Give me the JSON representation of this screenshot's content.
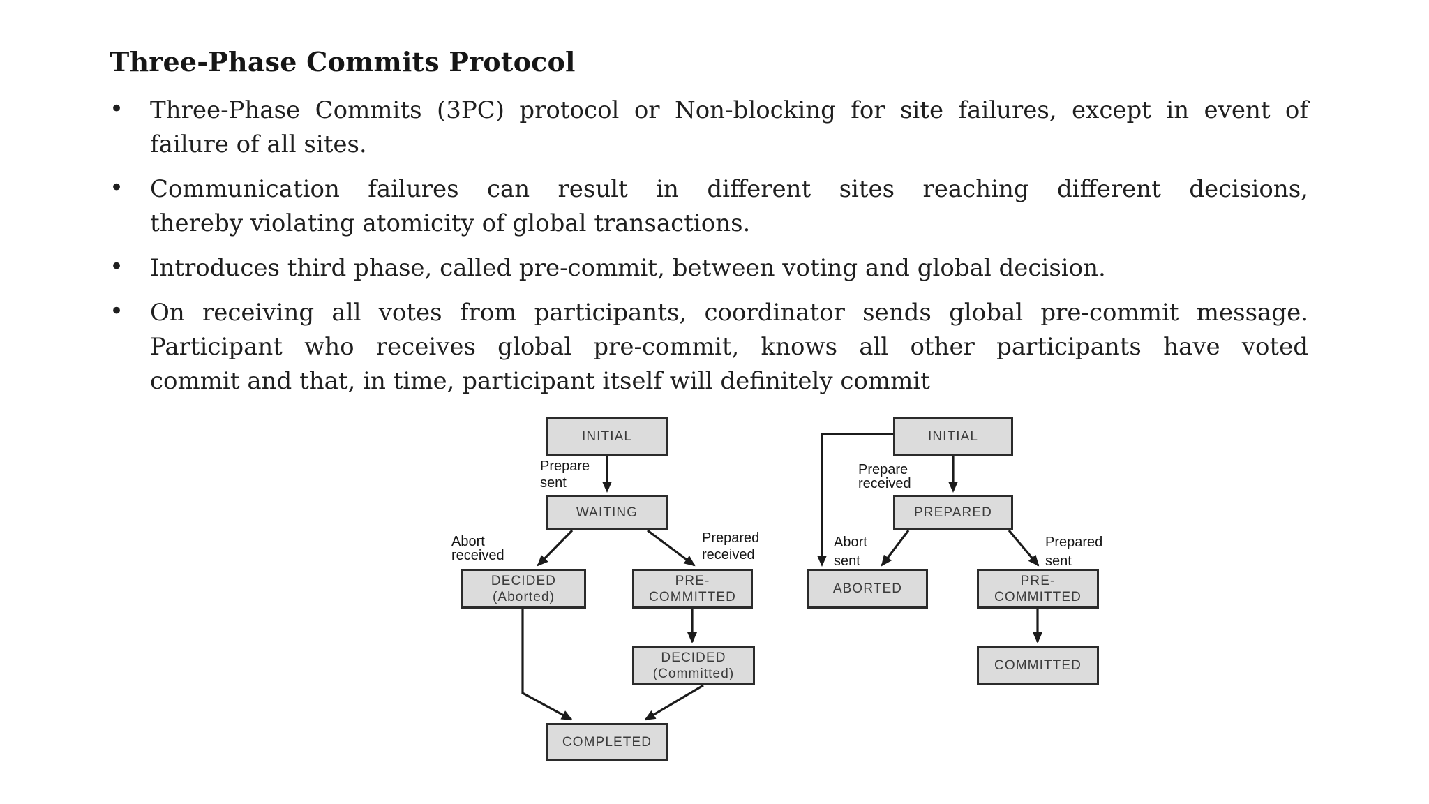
{
  "slide": {
    "title": "Three-Phase Commits Protocol",
    "bullet_char": "•",
    "bullets": [
      {
        "lines": [
          "Three-Phase Commits (3PC) protocol or Non-blocking for site failures, except in event of",
          "failure of all sites."
        ]
      },
      {
        "lines": [
          "Communication failures can result in different sites reaching different decisions,",
          "thereby violating atomicity of global transactions."
        ]
      },
      {
        "lines": [
          "Introduces third phase, called pre-commit, between voting and global decision."
        ]
      },
      {
        "lines": [
          "On receiving all votes from participants, coordinator sends global pre-commit message.",
          "Participant who receives global pre-commit, knows all other participants have voted",
          "commit and that, in time, participant itself will definitely commit"
        ]
      }
    ]
  },
  "diagram": {
    "coordinator": {
      "states": {
        "initial": "INITIAL",
        "waiting": "WAITING",
        "decided_aborted": "DECIDED\n(Aborted)",
        "pre_committed": "PRE-\nCOMMITTED",
        "decided_committed": "DECIDED\n(Committed)",
        "completed": "COMPLETED"
      },
      "labels": {
        "prepare_sent": "Prepare\nsent",
        "abort_received": "Abort\nreceived",
        "prepared_received": "Prepared\nreceived"
      }
    },
    "participant": {
      "states": {
        "initial": "INITIAL",
        "prepared": "PREPARED",
        "aborted": "ABORTED",
        "pre_committed": "PRE-\nCOMMITTED",
        "committed": "COMMITTED"
      },
      "labels": {
        "prepare_received": "Prepare\nreceived",
        "abort_sent": "Abort\nsent",
        "prepared_sent": "Prepared\nsent"
      }
    },
    "colors": {
      "box_fill": "#dcdcdc",
      "box_border": "#2b2b2b",
      "arrow": "#1b1b1b",
      "text": "#1f1f1f"
    }
  }
}
